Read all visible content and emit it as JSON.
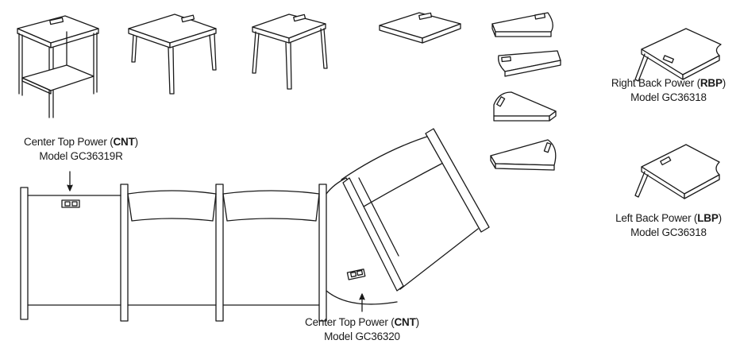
{
  "labels": {
    "center_top_left": {
      "prefix": "Center Top Power (",
      "code": "CNT",
      "suffix": ")",
      "model": "Model GC36319R"
    },
    "center_top_bottom": {
      "prefix": "Center Top Power (",
      "code": "CNT",
      "suffix": ")",
      "model": "Model GC36320"
    },
    "right_back": {
      "prefix": "Right Back Power (",
      "code": "RBP",
      "suffix": ")",
      "model": "Model GC36318"
    },
    "left_back": {
      "prefix": "Left Back Power (",
      "code": "LBP",
      "suffix": ")",
      "model": "Model GC36318"
    }
  }
}
